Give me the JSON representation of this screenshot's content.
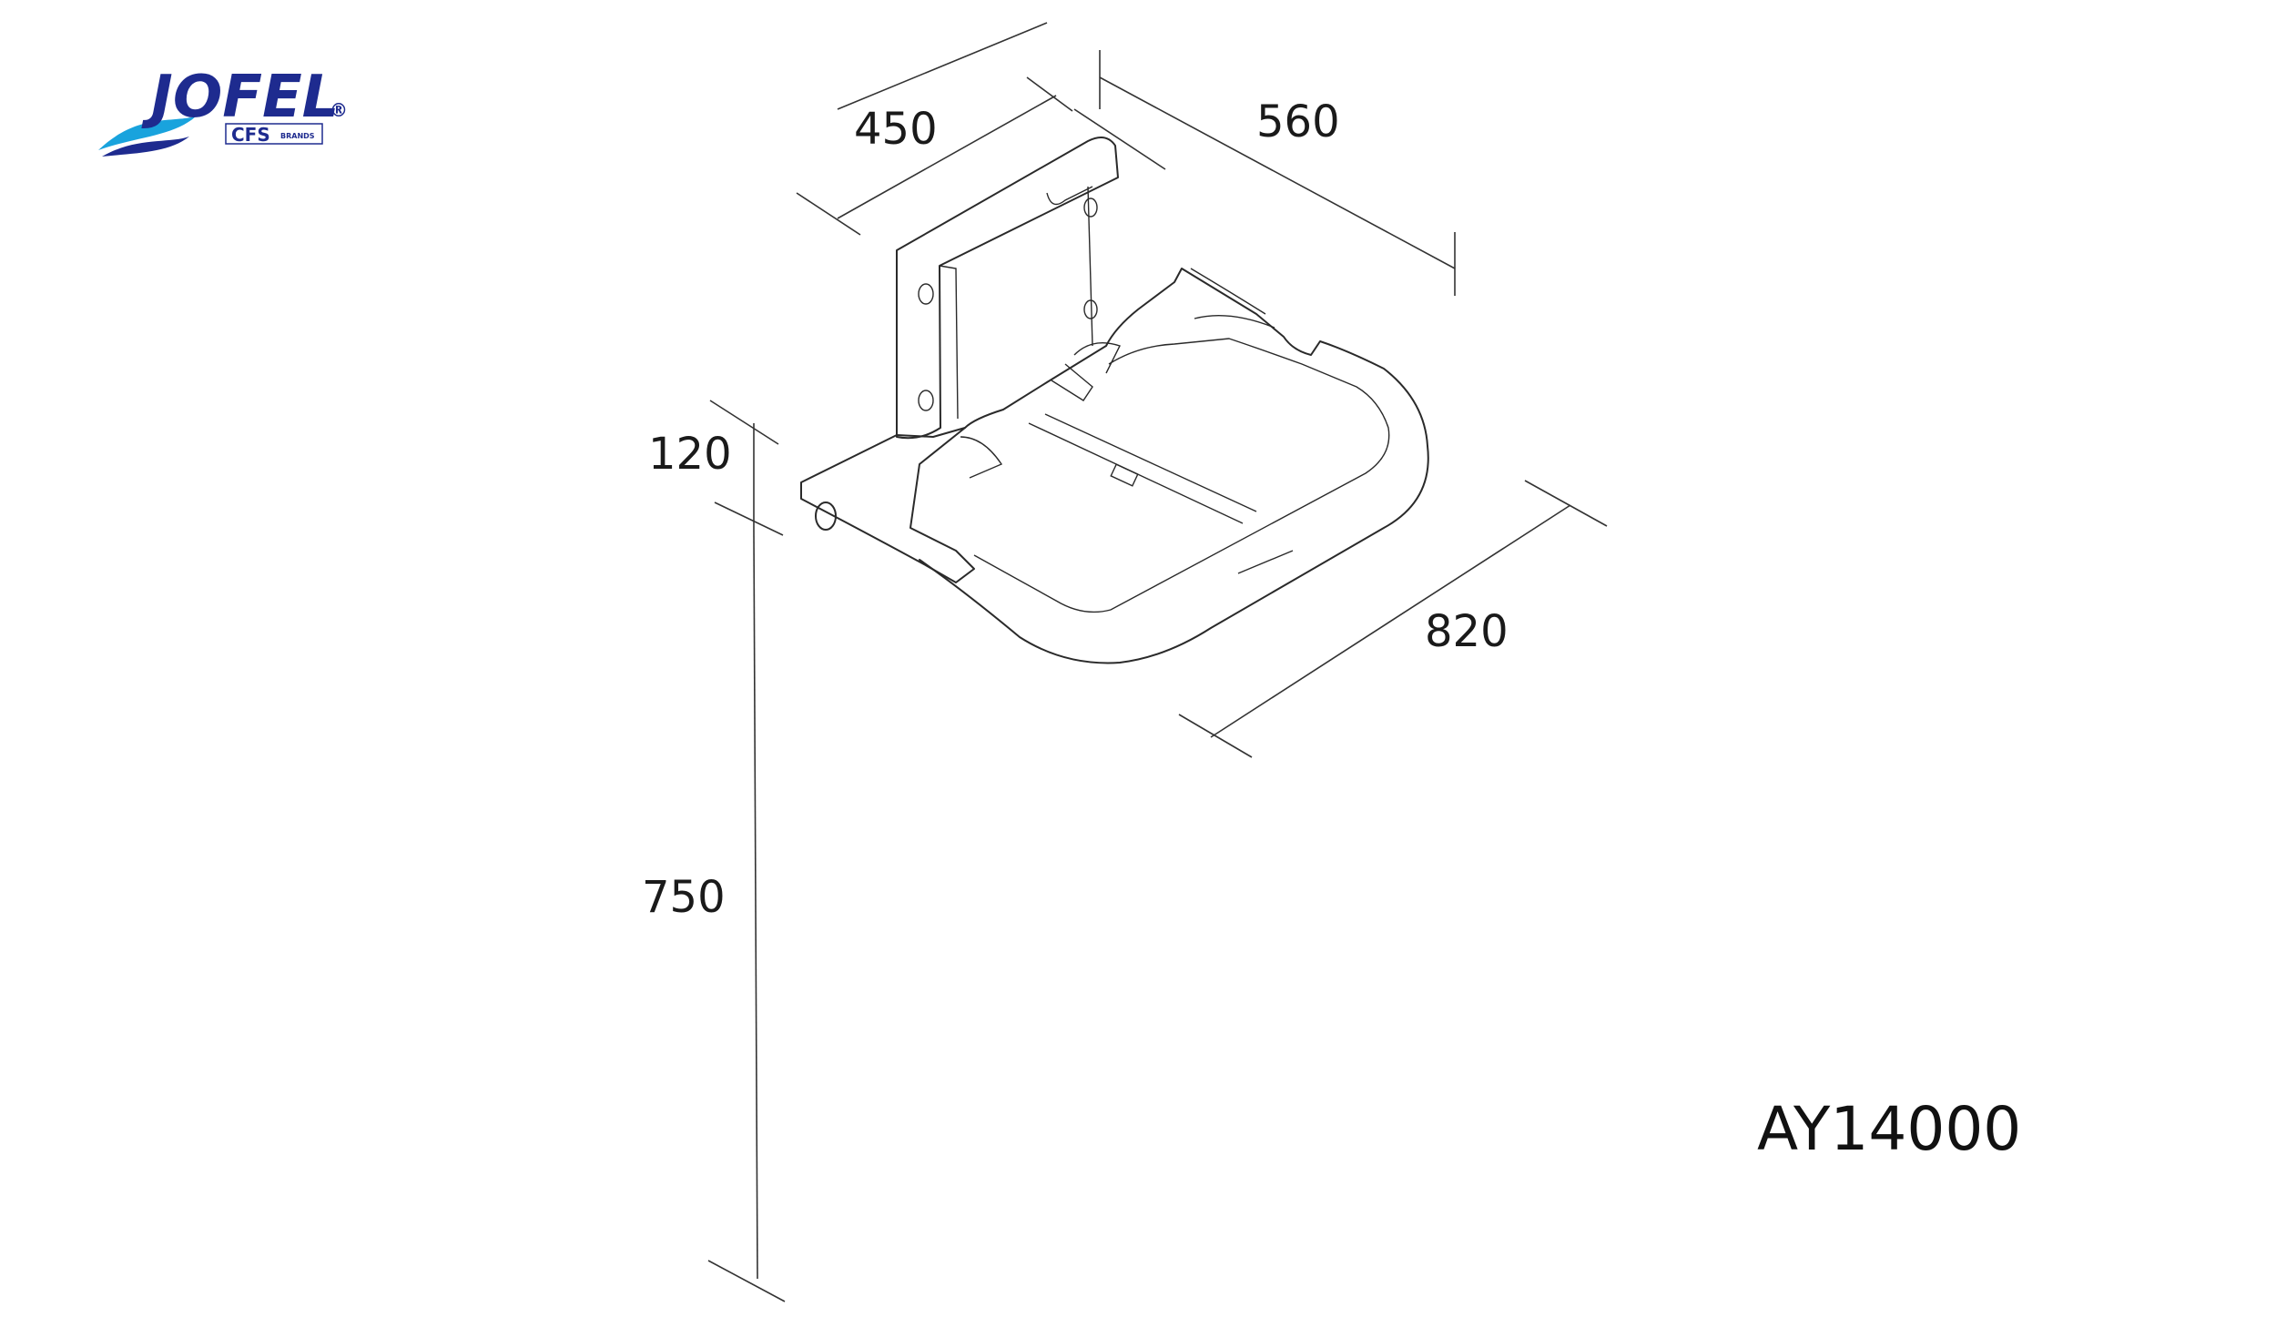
{
  "logo": {
    "brand": "JOFEL",
    "registered": "®",
    "sub_brand": "CFS",
    "sub_brand_small": "BRANDS",
    "colors": {
      "primary": "#1e2b8f",
      "wave": "#19a3dd"
    }
  },
  "dimensions": {
    "depth": "450",
    "width": "560",
    "back_height": "120",
    "total_height": "820",
    "seat_height": "750"
  },
  "model": "AY14000"
}
